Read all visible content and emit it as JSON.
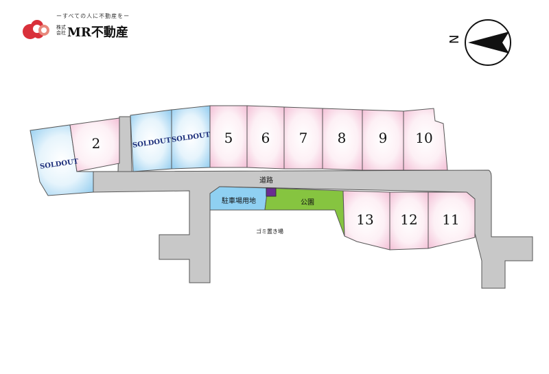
{
  "logo": {
    "tagline": "ーすべての人に不動産をー",
    "prefix": "株式 会社",
    "name": "MR不動産",
    "colors": [
      "#d9303a",
      "#e8887c"
    ]
  },
  "compass": {
    "label": "N",
    "icon": "north-arrow-icon"
  },
  "lots": [
    {
      "id": "lot-sold-1",
      "label": "SOLDOUT",
      "status": "sold"
    },
    {
      "id": "lot-2",
      "label": "2",
      "status": "available"
    },
    {
      "id": "lot-sold-3",
      "label": "SOLDOUT",
      "status": "sold"
    },
    {
      "id": "lot-sold-4",
      "label": "SOLDOUT",
      "status": "sold"
    },
    {
      "id": "lot-5",
      "label": "5",
      "status": "available"
    },
    {
      "id": "lot-6",
      "label": "6",
      "status": "available"
    },
    {
      "id": "lot-7",
      "label": "7",
      "status": "available"
    },
    {
      "id": "lot-8",
      "label": "8",
      "status": "available"
    },
    {
      "id": "lot-9",
      "label": "9",
      "status": "available"
    },
    {
      "id": "lot-10",
      "label": "10",
      "status": "available"
    },
    {
      "id": "lot-13",
      "label": "13",
      "status": "available"
    },
    {
      "id": "lot-12",
      "label": "12",
      "status": "available"
    },
    {
      "id": "lot-11",
      "label": "11",
      "status": "available"
    }
  ],
  "areas": {
    "road": "道路",
    "parking": "駐車場用地",
    "park": "公園",
    "garbage": "ゴミ置き場"
  },
  "colors": {
    "road": "#c8c8c8",
    "available_edge": "#f3bfd6",
    "available_center": "#ffffff",
    "sold_edge": "#8fcbef",
    "sold_center": "#ffffff",
    "parking": "#8fd0f2",
    "park": "#86c440",
    "garbage": "#6a2c91",
    "sold_text": "#1c2e7a"
  }
}
